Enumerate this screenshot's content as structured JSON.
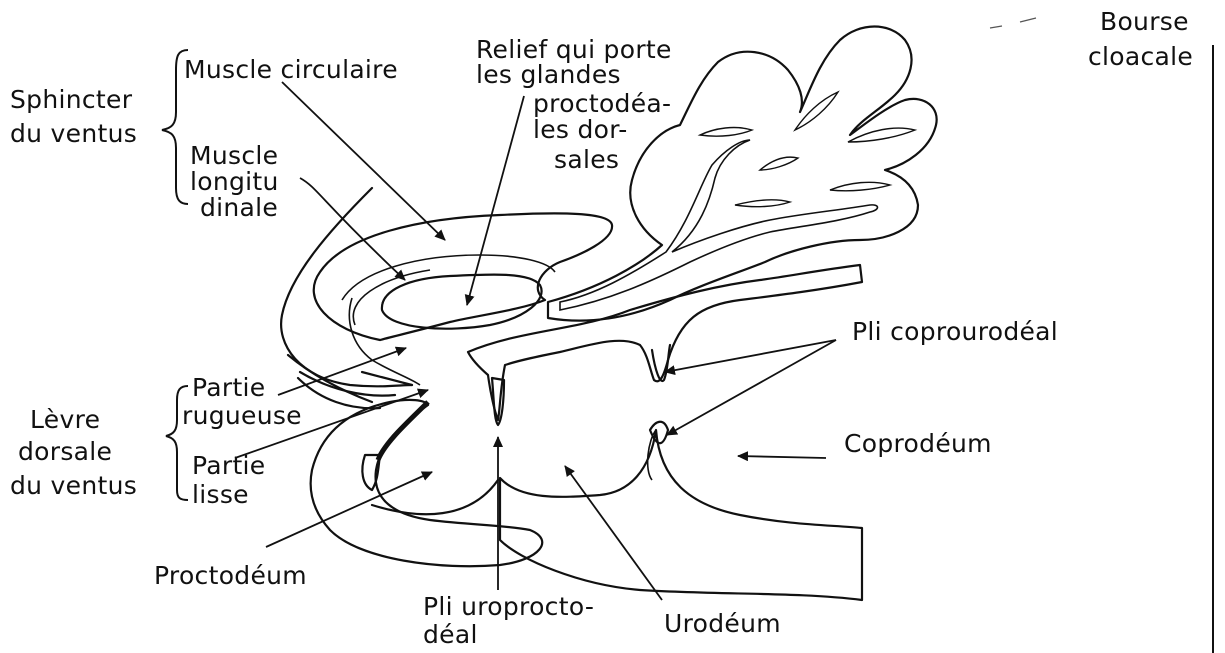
{
  "labels": {
    "bourse_line1": "Bourse",
    "bourse_line2": "cloacale",
    "sphincter_line1": "Sphincter",
    "sphincter_line2": "du ventus",
    "muscle_circulaire": "Muscle circulaire",
    "muscle_long_line1": "Muscle",
    "muscle_long_line2": "longitu",
    "muscle_long_line3": "dinale",
    "relief_line1": "Relief qui porte",
    "relief_line2": "les glandes",
    "relief_line3": "proctodéa-",
    "relief_line4": "les dor-",
    "relief_line5": "sales",
    "pli_coprourodeal": "Pli coprourodéal",
    "coprodeum": "Coprodéum",
    "levre_line1": "Lèvre",
    "levre_line2": "dorsale",
    "levre_line3": "du ventus",
    "partie_rug_line1": "Partie",
    "partie_rug_line2": "rugueuse",
    "partie_lisse_line1": "Partie",
    "partie_lisse_line2": "lisse",
    "proctodeum": "Proctodéum",
    "pli_uro_line1": "Pli uroprocto-",
    "pli_uro_line2": "déal",
    "urodeum": "Urodéum"
  },
  "colors": {
    "ink": "#111111",
    "background": "#ffffff"
  }
}
